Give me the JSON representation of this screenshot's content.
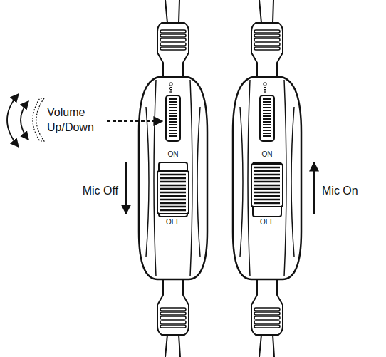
{
  "diagram": {
    "labels": [
      "Volume Up/Down",
      "Mic Off",
      "ON",
      "OFF",
      "ON",
      "OFF",
      "Mic On"
    ]
  }
}
